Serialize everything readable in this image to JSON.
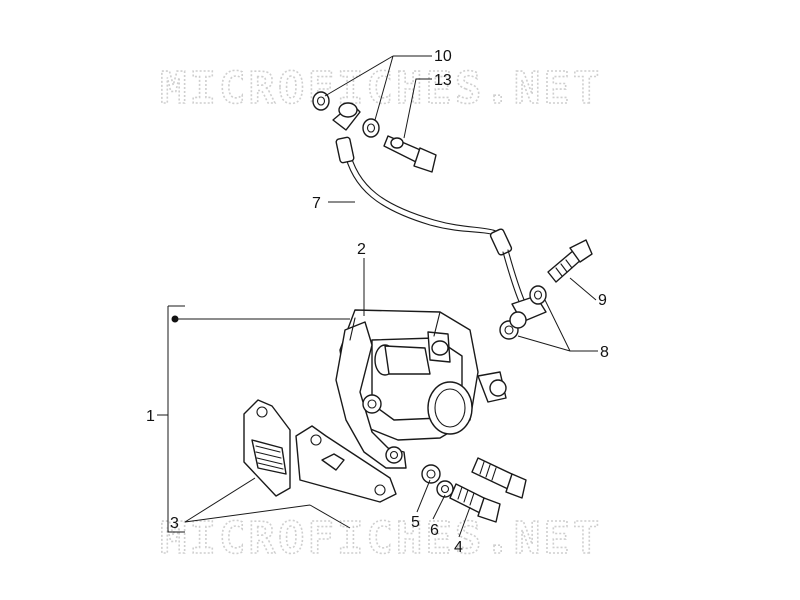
{
  "diagram": {
    "watermark_text": "MICROFICHES.NET",
    "callouts": [
      {
        "id": "1",
        "label": "1"
      },
      {
        "id": "2",
        "label": "2"
      },
      {
        "id": "3",
        "label": "3"
      },
      {
        "id": "4",
        "label": "4"
      },
      {
        "id": "5",
        "label": "5"
      },
      {
        "id": "6",
        "label": "6"
      },
      {
        "id": "7",
        "label": "7"
      },
      {
        "id": "8",
        "label": "8"
      },
      {
        "id": "9",
        "label": "9"
      },
      {
        "id": "10",
        "label": "10"
      },
      {
        "id": "13",
        "label": "13"
      }
    ],
    "colors": {
      "line": "#1a1a1a",
      "watermark": "#cfcfcf",
      "background": "#ffffff"
    }
  }
}
